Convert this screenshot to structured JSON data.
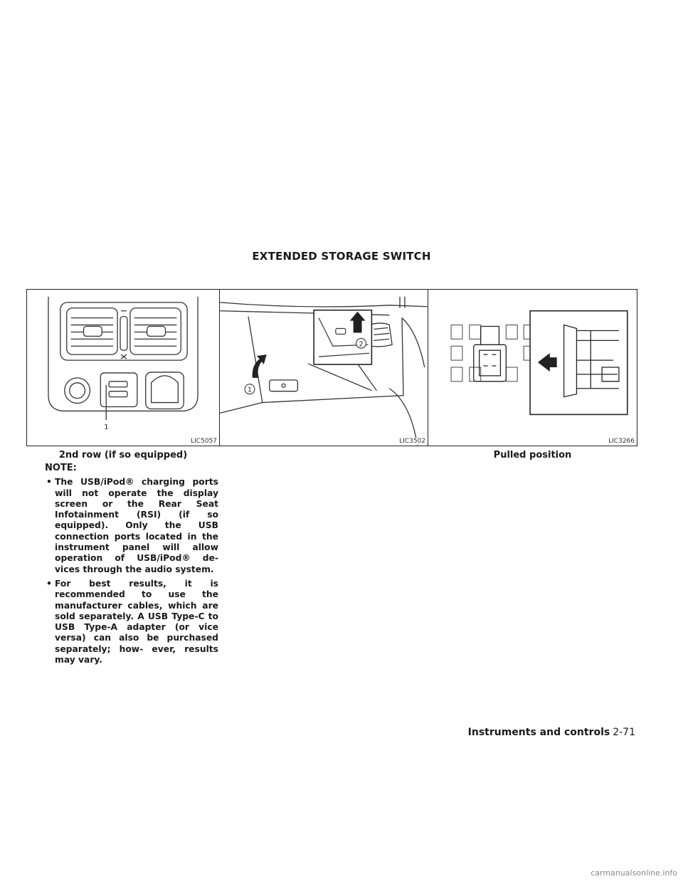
{
  "section_heading": "EXTENDED STORAGE SWITCH",
  "figures": [
    {
      "code": "LIC5057",
      "caption": "2nd row (if so equipped)",
      "callouts": [
        "1"
      ]
    },
    {
      "code": "LIC3502",
      "caption": "",
      "callouts": [
        "1",
        "2"
      ]
    },
    {
      "code": "LIC3266",
      "caption": "Pulled position",
      "callouts": []
    }
  ],
  "note": {
    "title": "NOTE:",
    "bullets": [
      "The USB/iPod® charging ports will not operate the display screen or the Rear Seat Infotainment (RSI) (if so equipped). Only the USB connection ports located in the instrument panel will allow operation of USB/iPod® de- vices through the audio system.",
      "For best results, it is recommended to use the manufacturer cables, which are sold separately. A USB Type-C to USB Type-A adapter (or vice versa) can also be purchased separately; how- ever, results may vary."
    ]
  },
  "footer": {
    "section": "Instruments and controls",
    "page": "2-71"
  },
  "watermark": "carmanualsonline.info"
}
